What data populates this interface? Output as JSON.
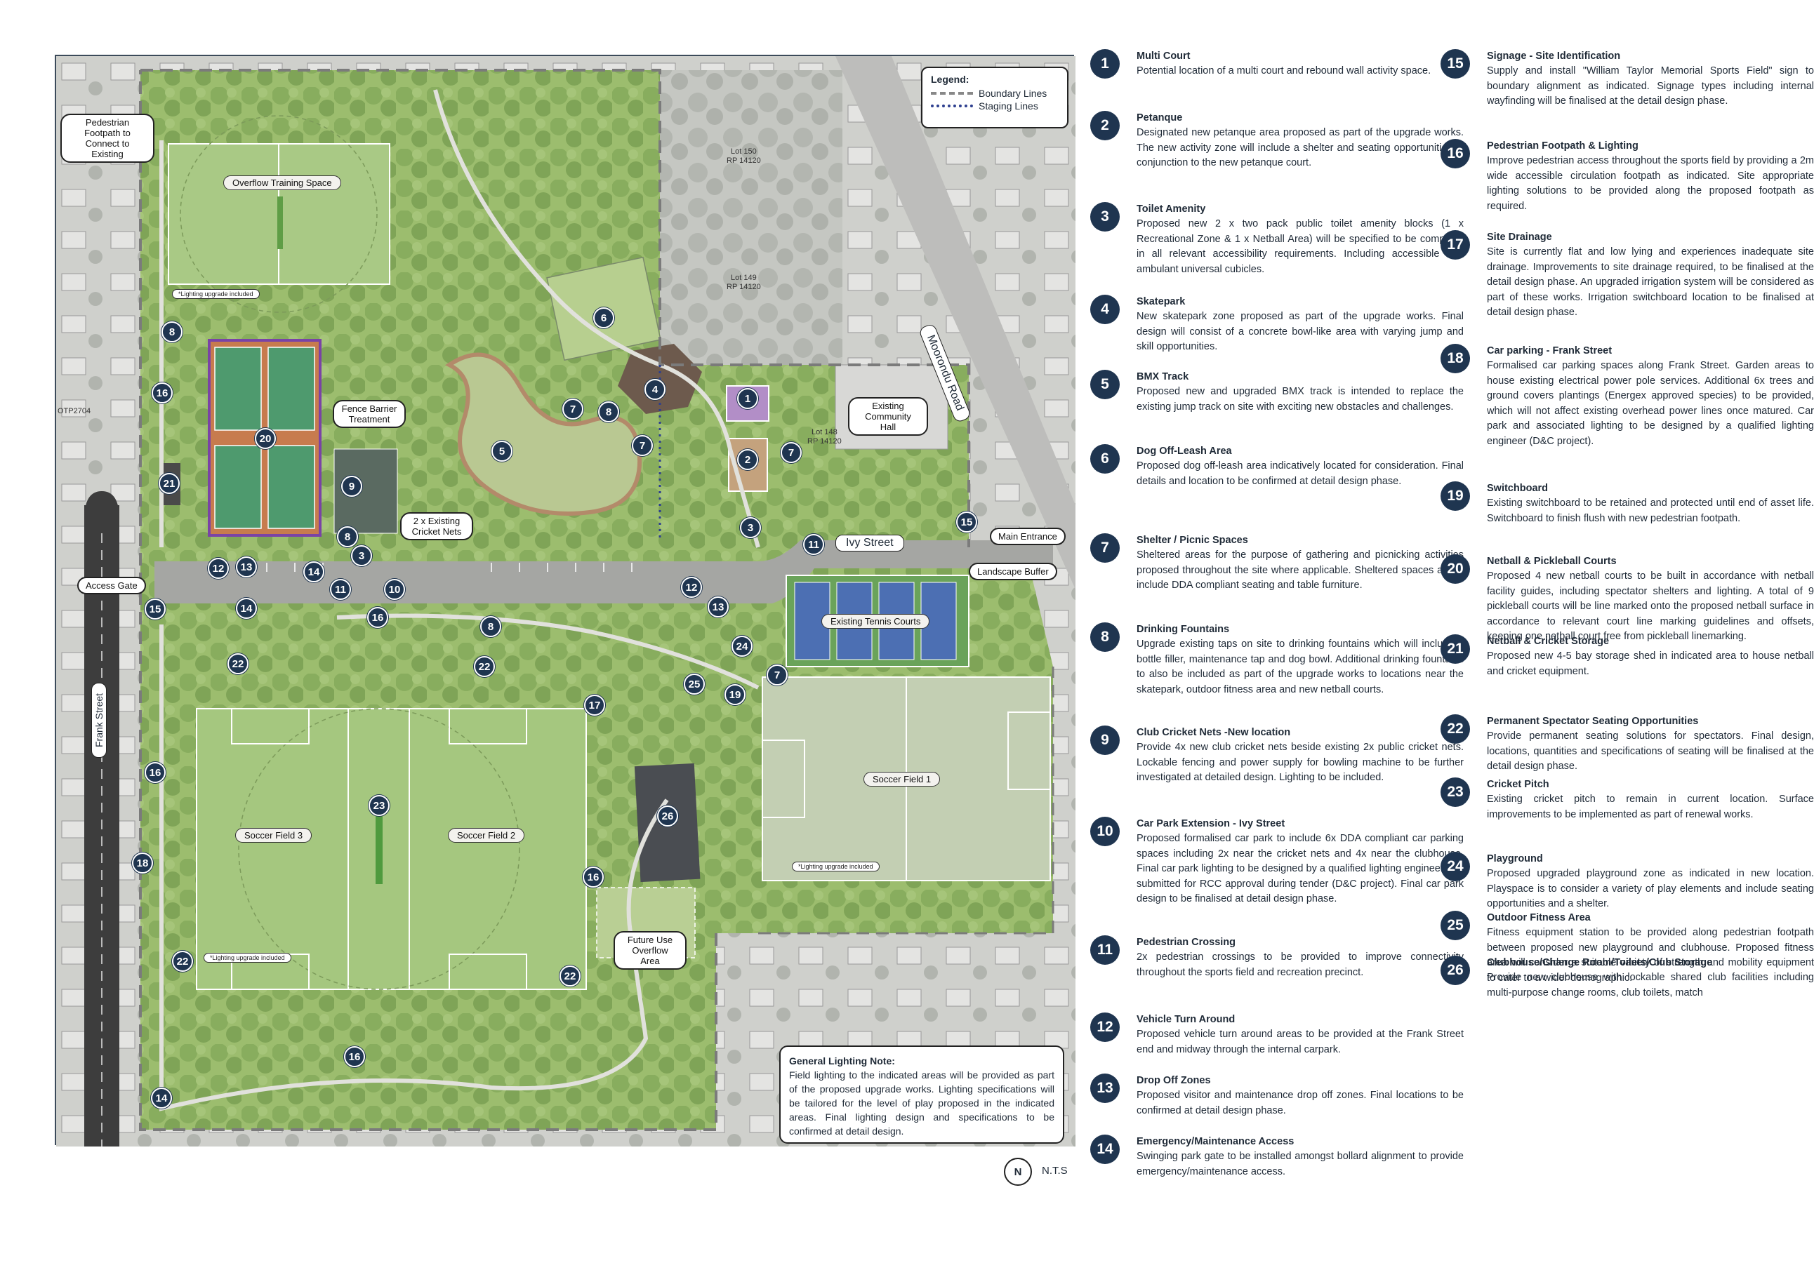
{
  "legend": {
    "title": "Legend:",
    "boundary": "Boundary Lines",
    "staging": "Staging Lines"
  },
  "map_labels": {
    "pedestrian_footpath": "Pedestrian Footpath to Connect to Existing",
    "overflow_training": "Overflow Training Space",
    "lighting_upgrade": "*Lighting upgrade included",
    "fence_barrier": "Fence Barrier Treatment",
    "cricket_nets": "2 x Existing Cricket Nets",
    "lot150": "Lot 150\nRP 14120",
    "lot149": "Lot 149\nRP 14120",
    "lot148": "Lot 148\nRP 14120",
    "community_hall": "Existing Community Hall",
    "moorondu_road": "Moorondu Road",
    "ivy_street": "Ivy Street",
    "main_entrance": "Main Entrance",
    "landscape_buffer": "Landscape Buffer",
    "access_gate": "Access Gate",
    "existing_tennis": "Existing Tennis Courts",
    "soccer_field_1": "Soccer Field 1",
    "soccer_field_2": "Soccer Field 2",
    "soccer_field_3": "Soccer Field 3",
    "frank_street": "Frank Street",
    "future_use": "Future Use Overflow Area",
    "otp": "OTP2704"
  },
  "lighting_note": {
    "title": "General Lighting Note:",
    "body": "Field lighting to the indicated areas will be provided as part of the proposed upgrade works. Lighting specifications will be tailored for the level of play proposed in the indicated areas. Final lighting design and specifications to be confirmed at detail design."
  },
  "north": "N",
  "nts": "N.T.S",
  "items": [
    {
      "n": "1",
      "title": "Multi Court",
      "desc": "Potential location of a multi court and rebound wall activity space."
    },
    {
      "n": "2",
      "title": "Petanque",
      "desc": "Designated new petanque area proposed as part of the upgrade works. The new activity zone will include a shelter and seating opportunities in conjunction to the new petanque court."
    },
    {
      "n": "3",
      "title": "Toilet Amenity",
      "desc": "Proposed new 2 x two pack public toilet amenity blocks (1 x Recreational Zone & 1 x Netball Area) will be specified to be compliant in all relevant accessibility requirements. Including accessible and ambulant universal cubicles."
    },
    {
      "n": "4",
      "title": "Skatepark",
      "desc": "New skatepark zone proposed as part of the upgrade works. Final design will consist of a concrete bowl-like area with varying jump and skill opportunities."
    },
    {
      "n": "5",
      "title": "BMX Track",
      "desc": "Proposed new and upgraded BMX track is intended to replace the existing jump track on site with exciting new obstacles and challenges."
    },
    {
      "n": "6",
      "title": "Dog Off-Leash Area",
      "desc": "Proposed dog off-leash area indicatively located for consideration. Final details and location to be confirmed at detail design phase."
    },
    {
      "n": "7",
      "title": "Shelter / Picnic Spaces",
      "desc": "Sheltered areas for the purpose of gathering and picnicking activities proposed throughout the site where applicable. Sheltered spaces are to include DDA compliant seating and table furniture."
    },
    {
      "n": "8",
      "title": "Drinking Fountains",
      "desc": "Upgrade existing taps on site to drinking fountains which will include a bottle filler, maintenance tap and dog bowl. Additional drinking fountains to also be included as part of the upgrade works to locations near the skatepark, outdoor fitness area and new netball courts."
    },
    {
      "n": "9",
      "title": "Club Cricket Nets -New location",
      "desc": "Provide 4x new club cricket nets beside existing 2x public cricket nets. Lockable fencing and power supply for bowling machine to be further investigated at detailed design. Lighting to be included."
    },
    {
      "n": "10",
      "title": "Car Park Extension - Ivy Street",
      "desc": "Proposed formalised car park to include 6x DDA compliant car parking spaces including 2x near the cricket nets and 4x near the clubhouse. Final car park lighting to be designed by a qualified lighting engineer and submitted for RCC approval during tender (D&C project). Final car park design to be finalised at detail design phase."
    },
    {
      "n": "11",
      "title": "Pedestrian Crossing",
      "desc": "2x pedestrian crossings to be provided to improve connectivity throughout the sports field and recreation precinct."
    },
    {
      "n": "12",
      "title": "Vehicle Turn Around",
      "desc": "Proposed vehicle turn around areas to be provided at the Frank Street end and midway through the internal carpark."
    },
    {
      "n": "13",
      "title": "Drop Off Zones",
      "desc": "Proposed visitor and maintenance drop off zones. Final locations to be confirmed at detail design phase."
    },
    {
      "n": "14",
      "title": "Emergency/Maintenance Access",
      "desc": "Swinging park gate to be installed amongst bollard alignment to provide emergency/maintenance access."
    },
    {
      "n": "15",
      "title": "Signage - Site Identification",
      "desc": "Supply and install \"William Taylor Memorial Sports Field\" sign to boundary alignment as indicated. Signage types including internal wayfinding will be finalised at the detail design phase."
    },
    {
      "n": "16",
      "title": "Pedestrian Footpath & Lighting",
      "desc": "Improve pedestrian access throughout the sports field by providing a 2m wide accessible circulation footpath as indicated. Site appropriate lighting solutions to be provided along the proposed footpath as required."
    },
    {
      "n": "17",
      "title": "Site Drainage",
      "desc": "Site is currently flat and low lying and experiences inadequate site drainage. Improvements to site drainage required, to be finalised at the detail design phase. An upgraded irrigation system will be considered as part of these works. Irrigation switchboard location to be finalised at detail design phase."
    },
    {
      "n": "18",
      "title": "Car parking - Frank Street",
      "desc": "Formalised car parking spaces along Frank Street. Garden areas to house existing electrical power pole services. Additional 6x trees and ground covers plantings (Energex approved species) to be provided, which will not affect existing overhead power lines once matured. Car park and associated lighting to be designed by a qualified lighting engineer (D&C project)."
    },
    {
      "n": "19",
      "title": "Switchboard",
      "desc": "Existing switchboard to be retained and protected until end of asset life. Switchboard to finish flush with new pedestrian footpath."
    },
    {
      "n": "20",
      "title": "Netball & Pickleball Courts",
      "desc": "Proposed 4 new netball courts to be built in accordance with netball facility guides, including spectator shelters and lighting. A total of 9 pickleball courts will be line marked onto the proposed netball surface in accordance to relevant court line marking guidelines and offsets, keeping one netball court free from pickleball linemarking."
    },
    {
      "n": "21",
      "title": "Netball & Cricket Storage",
      "desc": "Proposed new 4-5 bay storage shed in indicated area to house netball and cricket equipment."
    },
    {
      "n": "22",
      "title": "Permanent Spectator Seating Opportunities",
      "desc": "Provide permanent seating solutions for spectators. Final design, locations, quantities and specifications of seating will be finalised at the detail design phase."
    },
    {
      "n": "23",
      "title": "Cricket Pitch",
      "desc": "Existing cricket pitch to remain in current location. Surface improvements to be implemented as part of renewal works."
    },
    {
      "n": "24",
      "title": "Playground",
      "desc": "Proposed upgraded playground zone as indicated in new location. Playspace is to consider a variety of play elements and include seating opportunities and a shelter."
    },
    {
      "n": "25",
      "title": "Outdoor Fitness Area",
      "desc": "Fitness equipment station to be provided along pedestrian footpath between proposed new playground and clubhouse. Proposed fitness area will consider a suitable variety of strength and mobility equipment to cater to a wider demographic."
    },
    {
      "n": "26",
      "title": "Clubhouse/Change Room/Toilets/Club Storage",
      "desc": "Provide new clubhouse with lockable shared club facilities including multi-purpose change rooms, club toilets, match"
    }
  ],
  "colors": {
    "badge": "#1f3550",
    "grass": "#a9c47a",
    "tree": "#8fb56a",
    "road": "#9a9a9a"
  }
}
